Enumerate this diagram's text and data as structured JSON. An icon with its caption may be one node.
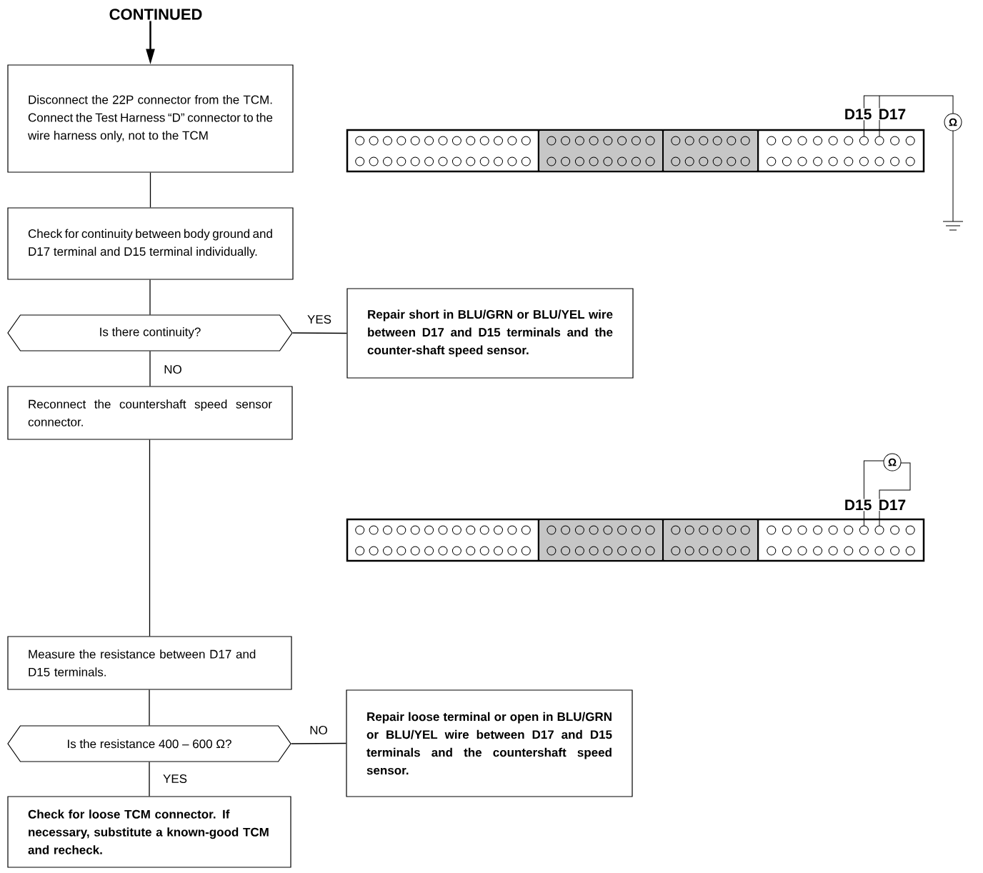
{
  "diagram": {
    "nodes": [
      {
        "text": [
          "CONTINUED"
        ]
      },
      {
        "text": [
          "Disconnect the 22P connector from the TCM. Connect the Test Harness “D” connector to the wire harness only, not to the TCM"
        ]
      },
      {
        "text": [
          "Check for continuity between body ground and D17 terminal and D15 terminal individually."
        ]
      },
      {
        "text": [
          "Is there continuity?"
        ]
      },
      {
        "text": [
          "Repair short in BLU/GRN or BLU/YEL wire between D17 and D15 terminals and the counter-shaft speed sensor."
        ]
      },
      {
        "text": [
          "Reconnect the countershaft speed sensor connector."
        ]
      },
      {
        "text": [
          "Measure the resistance between D17 and D15 terminals."
        ]
      },
      {
        "text": [
          "Is the resistance 400 – 600 Ω?"
        ]
      },
      {
        "text": [
          "Repair loose terminal or open in BLU/GRN or BLU/YEL wire between D17 and D15 terminals and the countershaft speed sensor."
        ]
      },
      {
        "text": [
          "Check for loose TCM connector. If necessary, substitute a known-good TCM and recheck."
        ]
      }
    ],
    "edges": [
      {
        "from": 0,
        "to": 1,
        "arrow": "to"
      },
      {
        "from": 1,
        "to": 2,
        "arrow": "none"
      },
      {
        "from": 2,
        "to": 3,
        "arrow": "none"
      },
      {
        "from": 3,
        "to": 4,
        "arrow": "none",
        "label": "YES"
      },
      {
        "from": 3,
        "to": 5,
        "arrow": "none",
        "label": "NO"
      },
      {
        "from": 5,
        "to": 6,
        "arrow": "none"
      },
      {
        "from": 6,
        "to": 7,
        "arrow": "none"
      },
      {
        "from": 7,
        "to": 8,
        "arrow": "none",
        "label": "NO"
      },
      {
        "from": 7,
        "to": 9,
        "arrow": "none",
        "label": "YES"
      }
    ],
    "labels": [
      "D15",
      "D17",
      "Ω",
      "D15",
      "D17",
      "Ω"
    ]
  }
}
